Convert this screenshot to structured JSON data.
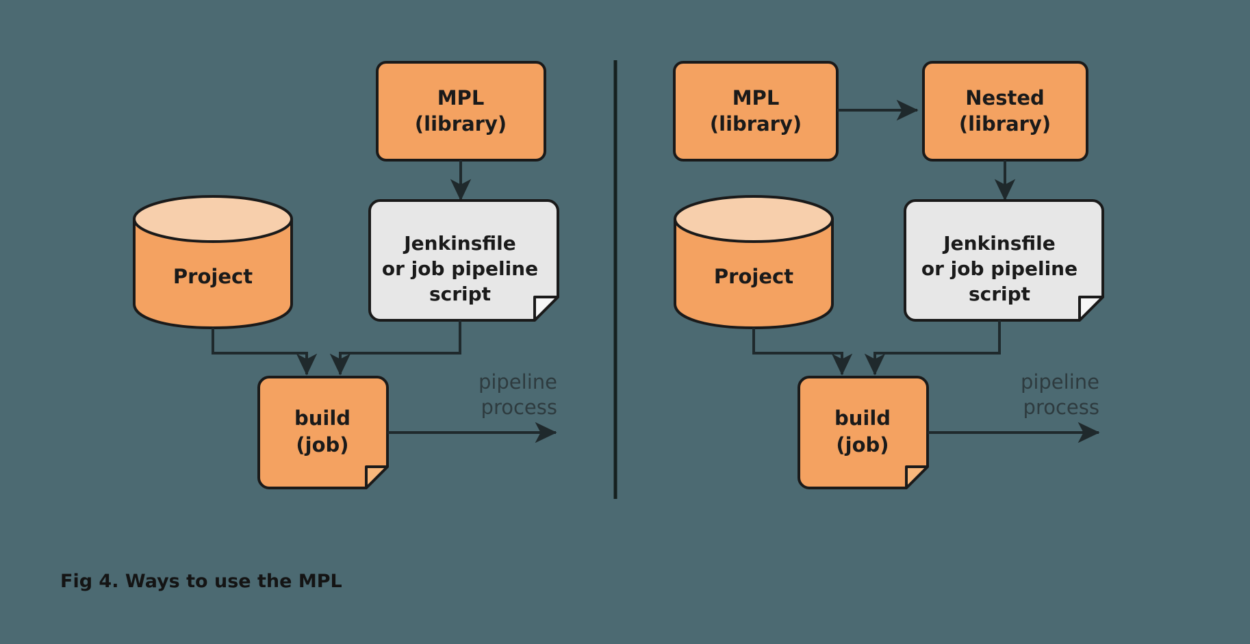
{
  "figure": {
    "caption": "Fig 4. Ways to use the MPL",
    "background_color": "#4c6a72",
    "orange_fill": "#f4a261",
    "cylinder_top_fill": "#f7cfac",
    "paper_fill": "#e7e7e7",
    "outline_color": "#1a1a1a",
    "connector_color": "#1f292c",
    "label_color": "#2e3b3f"
  },
  "panels": [
    {
      "id": "left",
      "name": "direct-mpl-usage",
      "nodes": {
        "library": {
          "line1": "MPL",
          "line2": "(library)",
          "shape": "rounded-rect",
          "fill": "#f4a261"
        },
        "project": {
          "line1": "Project",
          "shape": "cylinder",
          "fill": "#f4a261"
        },
        "script": {
          "line1": "Jenkinsfile",
          "line2": "or job pipeline",
          "line3": "script",
          "shape": "folded-page",
          "fill": "#e7e7e7"
        },
        "build": {
          "line1": "build",
          "line2": "(job)",
          "shape": "folded-page",
          "fill": "#f4a261"
        }
      },
      "flow_label": {
        "line1": "pipeline",
        "line2": "process"
      },
      "edges": [
        {
          "from": "library",
          "to": "script",
          "kind": "vertical-arrow"
        },
        {
          "from": "project",
          "to": "build",
          "kind": "elbow-arrow"
        },
        {
          "from": "script",
          "to": "build",
          "kind": "elbow-arrow"
        },
        {
          "from": "build",
          "to": "pipeline-process",
          "kind": "horizontal-arrow"
        }
      ]
    },
    {
      "id": "right",
      "name": "nested-library-usage",
      "nodes": {
        "library": {
          "line1": "MPL",
          "line2": "(library)",
          "shape": "rounded-rect",
          "fill": "#f4a261"
        },
        "nested": {
          "line1": "Nested",
          "line2": "(library)",
          "shape": "rounded-rect",
          "fill": "#f4a261"
        },
        "project": {
          "line1": "Project",
          "shape": "cylinder",
          "fill": "#f4a261"
        },
        "script": {
          "line1": "Jenkinsfile",
          "line2": "or job pipeline",
          "line3": "script",
          "shape": "folded-page",
          "fill": "#e7e7e7"
        },
        "build": {
          "line1": "build",
          "line2": "(job)",
          "shape": "folded-page",
          "fill": "#f4a261"
        }
      },
      "flow_label": {
        "line1": "pipeline",
        "line2": "process"
      },
      "edges": [
        {
          "from": "library",
          "to": "nested",
          "kind": "horizontal-arrow"
        },
        {
          "from": "nested",
          "to": "script",
          "kind": "vertical-arrow"
        },
        {
          "from": "project",
          "to": "build",
          "kind": "elbow-arrow"
        },
        {
          "from": "script",
          "to": "build",
          "kind": "elbow-arrow"
        },
        {
          "from": "build",
          "to": "pipeline-process",
          "kind": "horizontal-arrow"
        }
      ]
    }
  ]
}
